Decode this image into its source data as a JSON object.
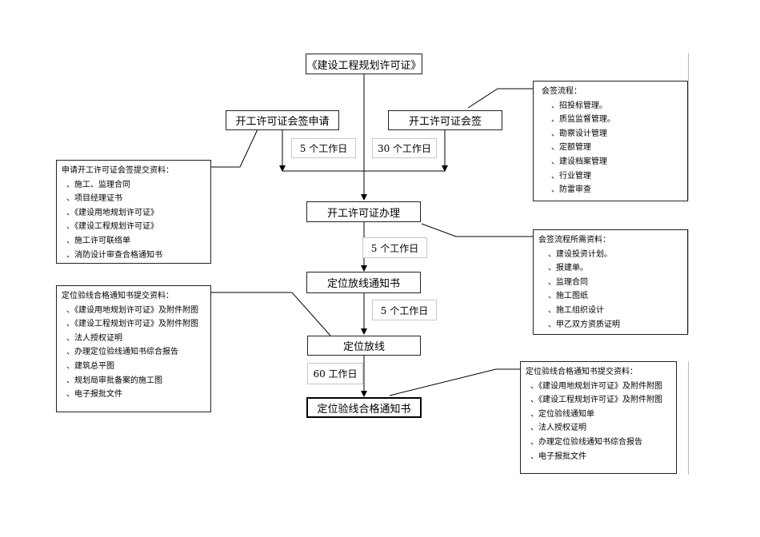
{
  "nodes": {
    "planning_permit": "《建设工程规划许可证》",
    "cosign_apply": "开工许可证会签申请",
    "cosign": "开工许可证会签",
    "permit_process": "开工许可证办理",
    "setout_notice": "定位放线通知书",
    "setout": "定位放线",
    "setout_pass": "定位验线合格通知书"
  },
  "durations": {
    "d1": "5 个工作日",
    "d2": "30 个工作日",
    "d3": "5 个工作日",
    "d4": "5 个工作日",
    "d5": "60 工作日"
  },
  "notes": {
    "cosign_flow": {
      "title": "会签流程：",
      "items": [
        "、招投标管理。",
        "、质监监督管理。",
        "、勘察设计管理",
        "、定额管理",
        "、建设档案管理",
        "、行业管理",
        "、防雷审查"
      ]
    },
    "cosign_apply_materials": {
      "title": "申请开工许可证会签提交资料：",
      "items": [
        "、施工、监理合同",
        "、项目经理证书",
        "、《建设用地规划许可证》",
        "、《建设工程规划许可证》",
        "、施工许可联络单",
        "、消防设计审查合格通知书"
      ]
    },
    "cosign_flow_materials": {
      "title": "会签流程所需资料：",
      "items": [
        "、建设投资计划。",
        "、报建单。",
        "、监理合同",
        "、施工图纸",
        "、施工组织设计",
        "、甲乙双方资质证明"
      ]
    },
    "setout_notice_materials": {
      "title": "定位验线合格通知书提交资料：",
      "items": [
        "、《建设用地规划许可证》及附件附图",
        "、《建设工程规划许可证》及附件附图",
        "、法人授权证明",
        "、办理定位验线通知书综合报告",
        "、建筑总平图",
        "、规划局审批备案的施工图",
        "、电子报批文件"
      ]
    },
    "setout_pass_materials": {
      "title": "定位验线合格通知书提交资料：",
      "items": [
        "、《建设用地规划许可证》及附件附图",
        "、《建设工程规划许可证》及附件附图",
        "、定位验线通知单",
        "、法人授权证明",
        "、办理定位验线通知书综合报告",
        "、电子报批文件"
      ]
    }
  }
}
